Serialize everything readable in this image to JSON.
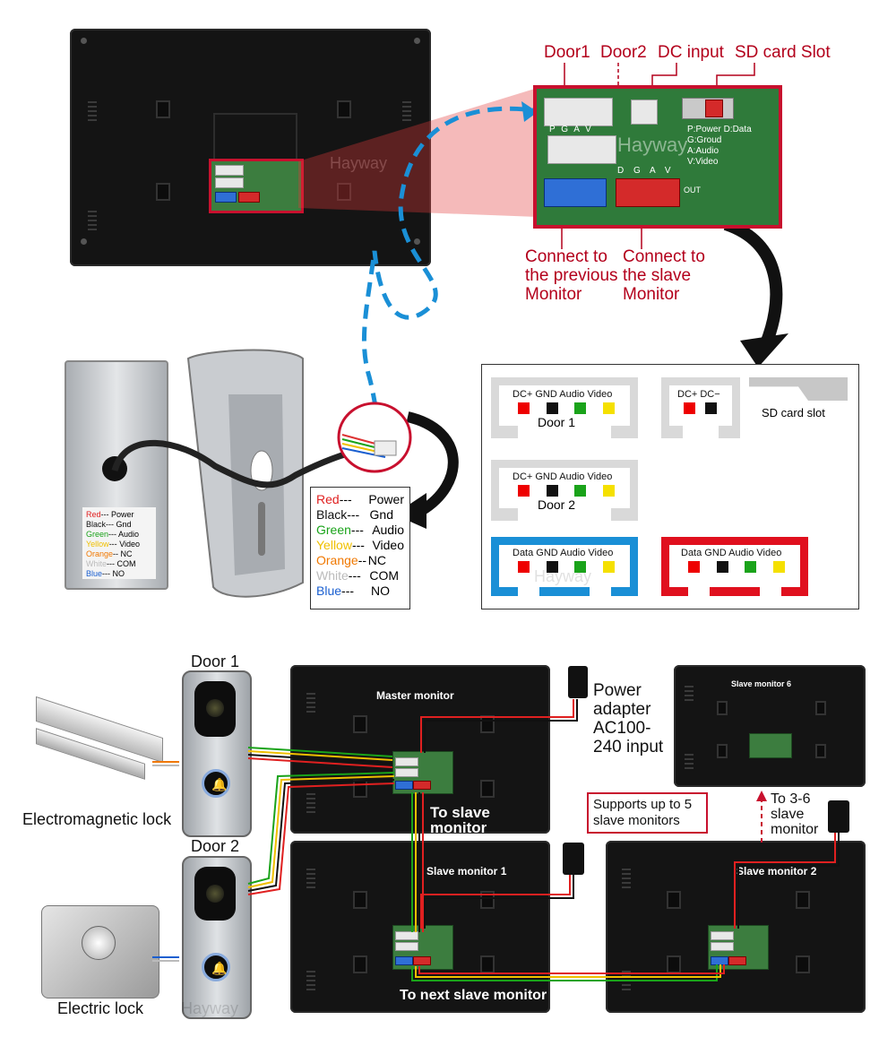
{
  "top_labels": {
    "door1": "Door1",
    "door2": "Door2",
    "dc_input": "DC input",
    "sd_card_slot": "SD card Slot",
    "connect_prev": [
      "Connect to",
      "the previous",
      "Monitor"
    ],
    "connect_slave": [
      "Connect to",
      "the slave",
      "Monitor"
    ]
  },
  "board_text": {
    "pins_top": "P G A V",
    "pins_bottom": "D G A V",
    "legend": [
      "P:Power D:Data",
      "G:Groud",
      "A:Audio",
      "V:Video"
    ],
    "out": "OUT",
    "watermark": "Hayway"
  },
  "wire_legend": [
    {
      "color_name": "Red",
      "dashes": "---",
      "meaning": "Power",
      "color": "#e02020"
    },
    {
      "color_name": "Black",
      "dashes": "---",
      "meaning": "Gnd",
      "color": "#111111"
    },
    {
      "color_name": "Green",
      "dashes": "---",
      "meaning": "Audio",
      "color": "#1aa31a"
    },
    {
      "color_name": "Yellow",
      "dashes": "---",
      "meaning": "Video",
      "color": "#f0c000"
    },
    {
      "color_name": "Orange",
      "dashes": "--",
      "meaning": "NC",
      "color": "#f07800"
    },
    {
      "color_name": "White",
      "dashes": "---",
      "meaning": "COM",
      "color": "#bbbbbb"
    },
    {
      "color_name": "Blue",
      "dashes": "---",
      "meaning": "NO",
      "color": "#1a5fd0"
    }
  ],
  "connector_diagrams": {
    "door1": {
      "pins": "DC+ GND Audio Video",
      "name": "Door 1"
    },
    "dc": {
      "pins": "DC+ DC−"
    },
    "sd": {
      "name": "SD card slot"
    },
    "door2": {
      "pins": "DC+ GND Audio Video",
      "name": "Door 2"
    },
    "blue": {
      "pins": "Data GND Audio Video"
    },
    "red": {
      "pins": "Data GND Audio Video"
    },
    "watermark": "Hayway"
  },
  "bottom": {
    "door1": "Door 1",
    "door2": "Door 2",
    "em_lock": "Electromagnetic lock",
    "electric_lock": "Electric lock",
    "master": "Master monitor",
    "slave1": "Slave monitor 1",
    "slave2": "Slave monitor 2",
    "slave6": "Slave monitor 6",
    "power_adapter": [
      "Power",
      "adapter",
      "AC100-",
      "240 input"
    ],
    "to_slave": [
      "To slave",
      "monitor"
    ],
    "supports": [
      "Supports up to 5",
      "slave monitors"
    ],
    "to_3_6": [
      "To 3-6",
      "slave",
      "monitor"
    ],
    "to_next": "To next slave monitor",
    "watermark": "Hayway"
  },
  "colors": {
    "label_red": "#b3001b",
    "frame_red": "#c8102e",
    "frame_blue": "#1a8fd6",
    "dash_blue": "#1a8fd6"
  }
}
